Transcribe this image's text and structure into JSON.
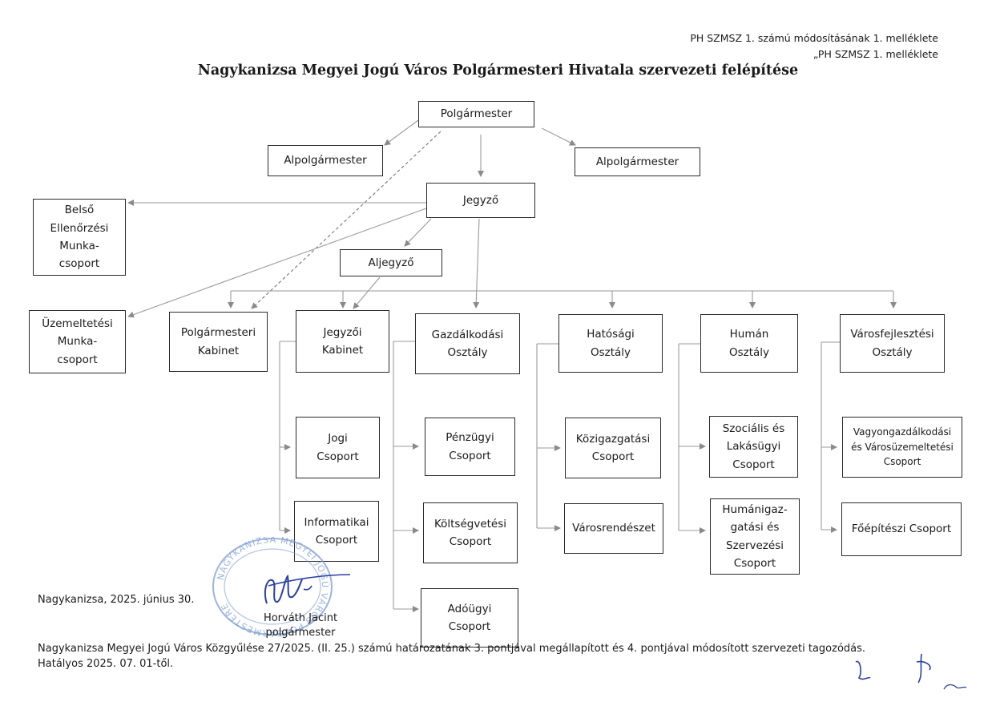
{
  "header": {
    "line1": "PH SZMSZ 1. számú módosításának 1. melléklete",
    "line2": "„PH SZMSZ 1. melléklete"
  },
  "title": "Nagykanizsa Megyei Jogú Város Polgármesteri Hivatala szervezeti felépítése",
  "boxes": {
    "polgarmester": [
      "Polgármester"
    ],
    "alpolgarmester_left": [
      "Alpolgármester"
    ],
    "alpolgarmester_right": [
      "Alpolgármester"
    ],
    "jegyzo": [
      "Jegyző"
    ],
    "belso_ellenorzesi": [
      "Belső",
      "Ellenőrzési",
      "Munka-",
      "csoport"
    ],
    "aljegyzo": [
      "Aljegyző"
    ],
    "uzemeltetesi": [
      "Üzemeltetési",
      "Munka-",
      "csoport"
    ],
    "polgarmesteri_kabinet": [
      "Polgármesteri",
      "Kabinet"
    ],
    "jegyzoi_kabinet": [
      "Jegyzői",
      "Kabinet"
    ],
    "gazdalkodasi": [
      "Gazdálkodási",
      "Osztály"
    ],
    "hatosagi": [
      "Hatósági",
      "Osztály"
    ],
    "human": [
      "Humán",
      "Osztály"
    ],
    "varosfejlesztesi": [
      "Városfejlesztési",
      "Osztály"
    ],
    "jogi": [
      "Jogi",
      "Csoport"
    ],
    "informatikai": [
      "Informatikai",
      "Csoport"
    ],
    "penzugyi": [
      "Pénzügyi",
      "Csoport"
    ],
    "koltsegvetesi": [
      "Költségvetési",
      "Csoport"
    ],
    "adougyi": [
      "Adóügyi",
      "Csoport"
    ],
    "kozigazgatasi": [
      "Közigazgatási",
      "Csoport"
    ],
    "varosrendeszet": [
      "Városrendészet"
    ],
    "szocialis": [
      "Szociális és",
      "Lakásügyi",
      "Csoport"
    ],
    "humanigazgatasi": [
      "Humánigaz-",
      "gatási és",
      "Szervezési",
      "Csoport"
    ],
    "vagyongazdalkodasi": [
      "Vagyongazdálkodási",
      "és Városüzemeltetési",
      "Csoport"
    ],
    "foepiteszi": [
      "Főépítészi Csoport"
    ]
  },
  "footer": {
    "place_date": "Nagykanizsa, 2025. június 30.",
    "signer_name": "Horváth Jacint",
    "signer_title": "polgármester",
    "resolution": "Nagykanizsa Megyei Jogú Város Közgyűlése 27/2025. (II. 25.) számú határozatának 3. pontjával megállapított és 4. pontjával módosított szervezeti tagozódás.",
    "effective": "Hatályos 2025. 07. 01-től."
  },
  "stamp": {
    "text": "NAGYKANIZSA MEGYEI JOGÚ VÁROS POLGÁRMESTERE",
    "color": "#6f8fc9"
  },
  "colors": {
    "line": "#9a9a9a",
    "ink": "#2b3f9e"
  }
}
